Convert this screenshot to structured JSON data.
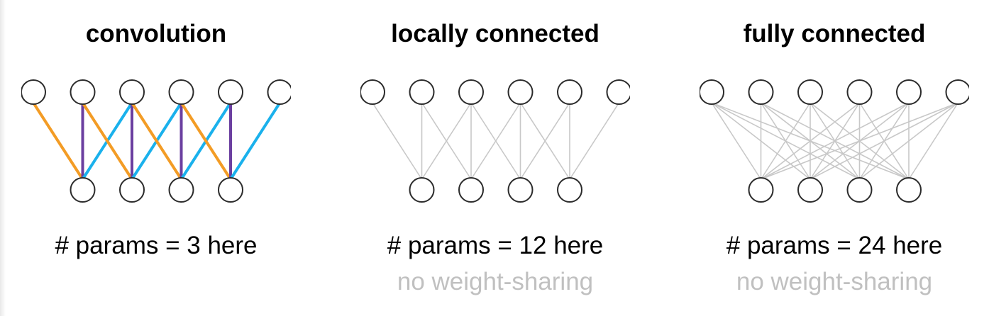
{
  "panels": [
    {
      "id": "convolution",
      "title": "convolution",
      "params": "# params = 3 here",
      "note": "",
      "top_nodes": 6,
      "bottom_nodes": 4,
      "edges": [
        {
          "from": 0,
          "to": 0,
          "color": "#f39c25"
        },
        {
          "from": 1,
          "to": 0,
          "color": "#6b3fa0"
        },
        {
          "from": 2,
          "to": 0,
          "color": "#1ab1ec"
        },
        {
          "from": 1,
          "to": 1,
          "color": "#f39c25"
        },
        {
          "from": 2,
          "to": 1,
          "color": "#6b3fa0"
        },
        {
          "from": 3,
          "to": 1,
          "color": "#1ab1ec"
        },
        {
          "from": 2,
          "to": 2,
          "color": "#f39c25"
        },
        {
          "from": 3,
          "to": 2,
          "color": "#6b3fa0"
        },
        {
          "from": 4,
          "to": 2,
          "color": "#1ab1ec"
        },
        {
          "from": 3,
          "to": 3,
          "color": "#f39c25"
        },
        {
          "from": 4,
          "to": 3,
          "color": "#6b3fa0"
        },
        {
          "from": 5,
          "to": 3,
          "color": "#1ab1ec"
        }
      ]
    },
    {
      "id": "locally-connected",
      "title": "locally connected",
      "params": "# params = 12 here",
      "note": "no weight-sharing",
      "top_nodes": 6,
      "bottom_nodes": 4,
      "edge_color": "#c8c8c8",
      "connectivity": "local-3"
    },
    {
      "id": "fully-connected",
      "title": "fully connected",
      "params": "# params = 24 here",
      "note": "no weight-sharing",
      "top_nodes": 6,
      "bottom_nodes": 4,
      "edge_color": "#c8c8c8",
      "connectivity": "full"
    }
  ],
  "colors": {
    "node_stroke": "#2b2b2b",
    "node_fill": "#ffffff",
    "note_text": "#c0c0c0",
    "title_text": "#000000"
  }
}
